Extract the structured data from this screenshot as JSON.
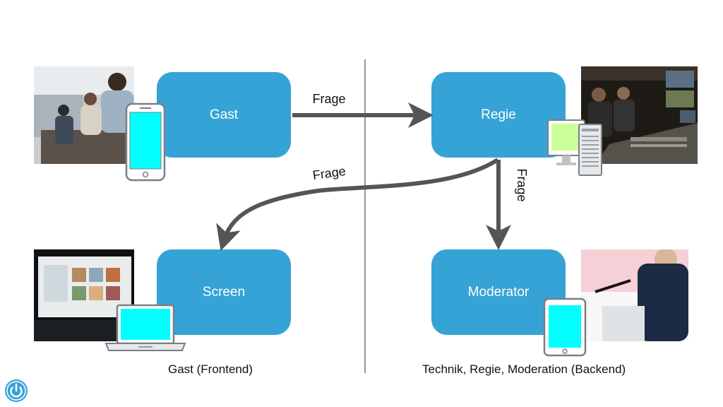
{
  "nodes": {
    "gast": "Gast",
    "regie": "Regie",
    "screen": "Screen",
    "moderator": "Moderator"
  },
  "edges": {
    "gast_to_regie": "Frage",
    "regie_to_screen": "Frage",
    "regie_to_moderator": "Frage"
  },
  "captions": {
    "left": "Gast (Frontend)",
    "right": "Technik, Regie, Moderation (Backend)"
  },
  "colors": {
    "node": "#36a3d6",
    "arrow": "#555555",
    "device_screen": "#00ffff",
    "monitor_screen": "#ccff99",
    "divider": "#555555"
  },
  "icons": {
    "logo": "power-icon",
    "gast_device": "smartphone-icon",
    "regie_device": "desktop-computer-icon",
    "screen_device": "laptop-icon",
    "moderator_device": "tablet-icon"
  }
}
